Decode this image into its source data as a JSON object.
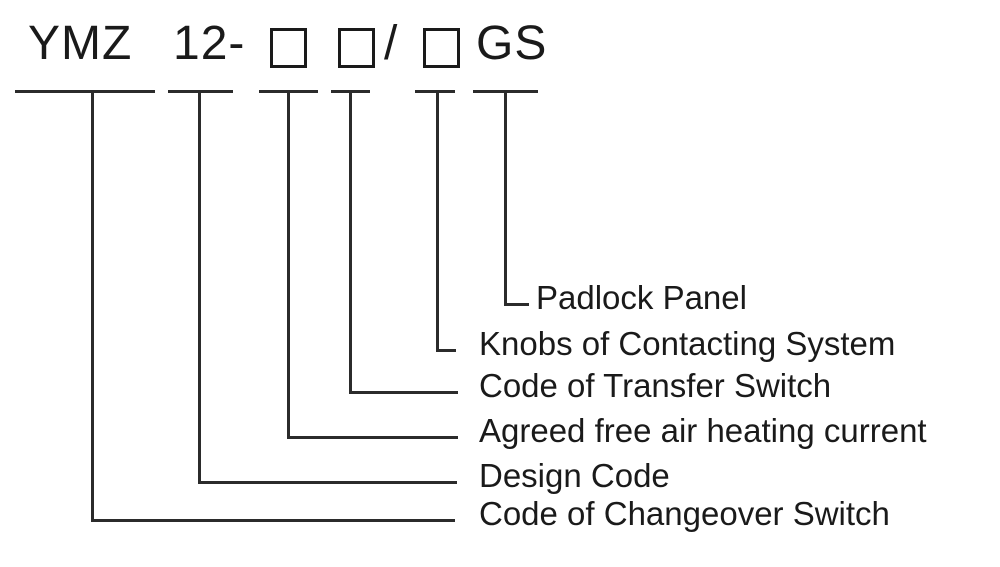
{
  "diagram": {
    "model_code": {
      "series": "YMZ",
      "design": "12-",
      "separator": "/",
      "suffix": "GS"
    },
    "labels": [
      {
        "id": "padlock-panel",
        "text": "Padlock Panel"
      },
      {
        "id": "knobs-of-contacting-system",
        "text": "Knobs of Contacting System"
      },
      {
        "id": "code-of-transfer-switch",
        "text": "Code of Transfer Switch"
      },
      {
        "id": "agreed-free-air-heating-current",
        "text": "Agreed free air heating current"
      },
      {
        "id": "design-code",
        "text": "Design Code"
      },
      {
        "id": "code-of-changeover-switch",
        "text": "Code of Changeover Switch"
      }
    ],
    "colors": {
      "line": "#2b2b2b",
      "text": "#1a1a1a",
      "background": "#ffffff"
    }
  }
}
